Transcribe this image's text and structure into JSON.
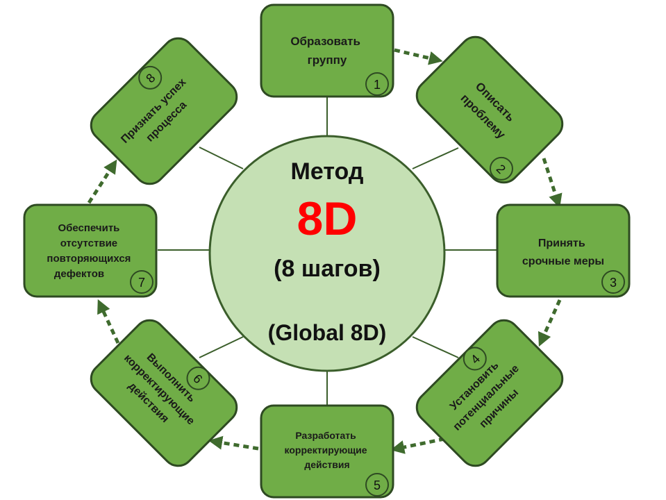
{
  "center": {
    "line1": "Метод",
    "line2": "8D",
    "line3": "(8 шагов)",
    "line4": "(Global 8D)"
  },
  "steps": [
    {
      "number": "1",
      "lines": [
        "Образовать",
        "группу"
      ]
    },
    {
      "number": "2",
      "lines": [
        "Описать",
        "проблему"
      ]
    },
    {
      "number": "3",
      "lines": [
        "Принять",
        "срочные меры"
      ]
    },
    {
      "number": "4",
      "lines": [
        "Установить",
        "потенциальные",
        "причины"
      ]
    },
    {
      "number": "5",
      "lines": [
        "Разработать",
        "корректирующие",
        "действия"
      ]
    },
    {
      "number": "6",
      "lines": [
        "Выполнить",
        "корректирующие",
        "действия"
      ]
    },
    {
      "number": "7",
      "lines": [
        "Обеспечить",
        "отсутствие",
        "повторяющихся",
        "дефектов"
      ]
    },
    {
      "number": "8",
      "lines": [
        "Признать успех",
        "процесса"
      ]
    }
  ],
  "colors": {
    "box_fill": "#70ad47",
    "box_stroke": "#2e4a22",
    "center_fill": "#c5e0b4",
    "center_stroke": "#3b5e2b",
    "accent_red": "#ff0000",
    "arrow": "#3f6b2e",
    "connector": "#3b5e2b"
  }
}
